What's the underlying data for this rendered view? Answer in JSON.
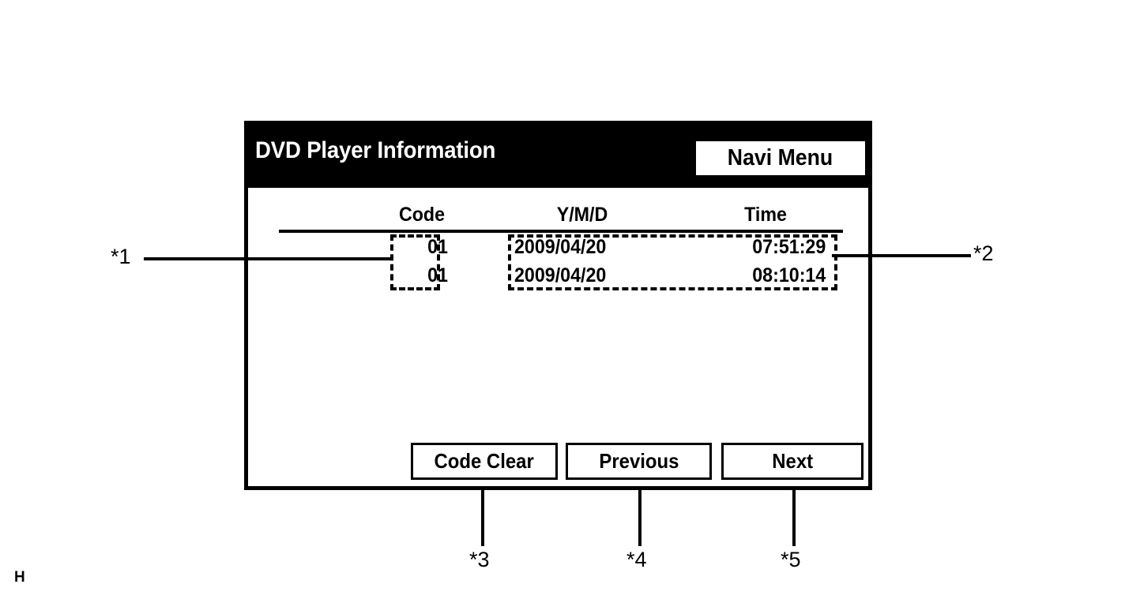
{
  "screen": {
    "title": "DVD Player Information",
    "navi_menu_label": "Navi Menu",
    "colors": {
      "title_bar_bg": "#000000",
      "title_text": "#ffffff",
      "body_bg": "#ffffff",
      "line": "#000000"
    },
    "table": {
      "columns": [
        "Code",
        "Y/M/D",
        "Time"
      ],
      "rows": [
        {
          "code": "01",
          "date": "2009/04/20",
          "time": "07:51:29"
        },
        {
          "code": "01",
          "date": "2009/04/20",
          "time": "08:10:14"
        }
      ]
    },
    "buttons": {
      "code_clear": "Code Clear",
      "previous": "Previous",
      "next": "Next"
    }
  },
  "callouts": {
    "c1": "*1",
    "c2": "*2",
    "c3": "*3",
    "c4": "*4",
    "c5": "*5"
  },
  "page_mark": "H"
}
